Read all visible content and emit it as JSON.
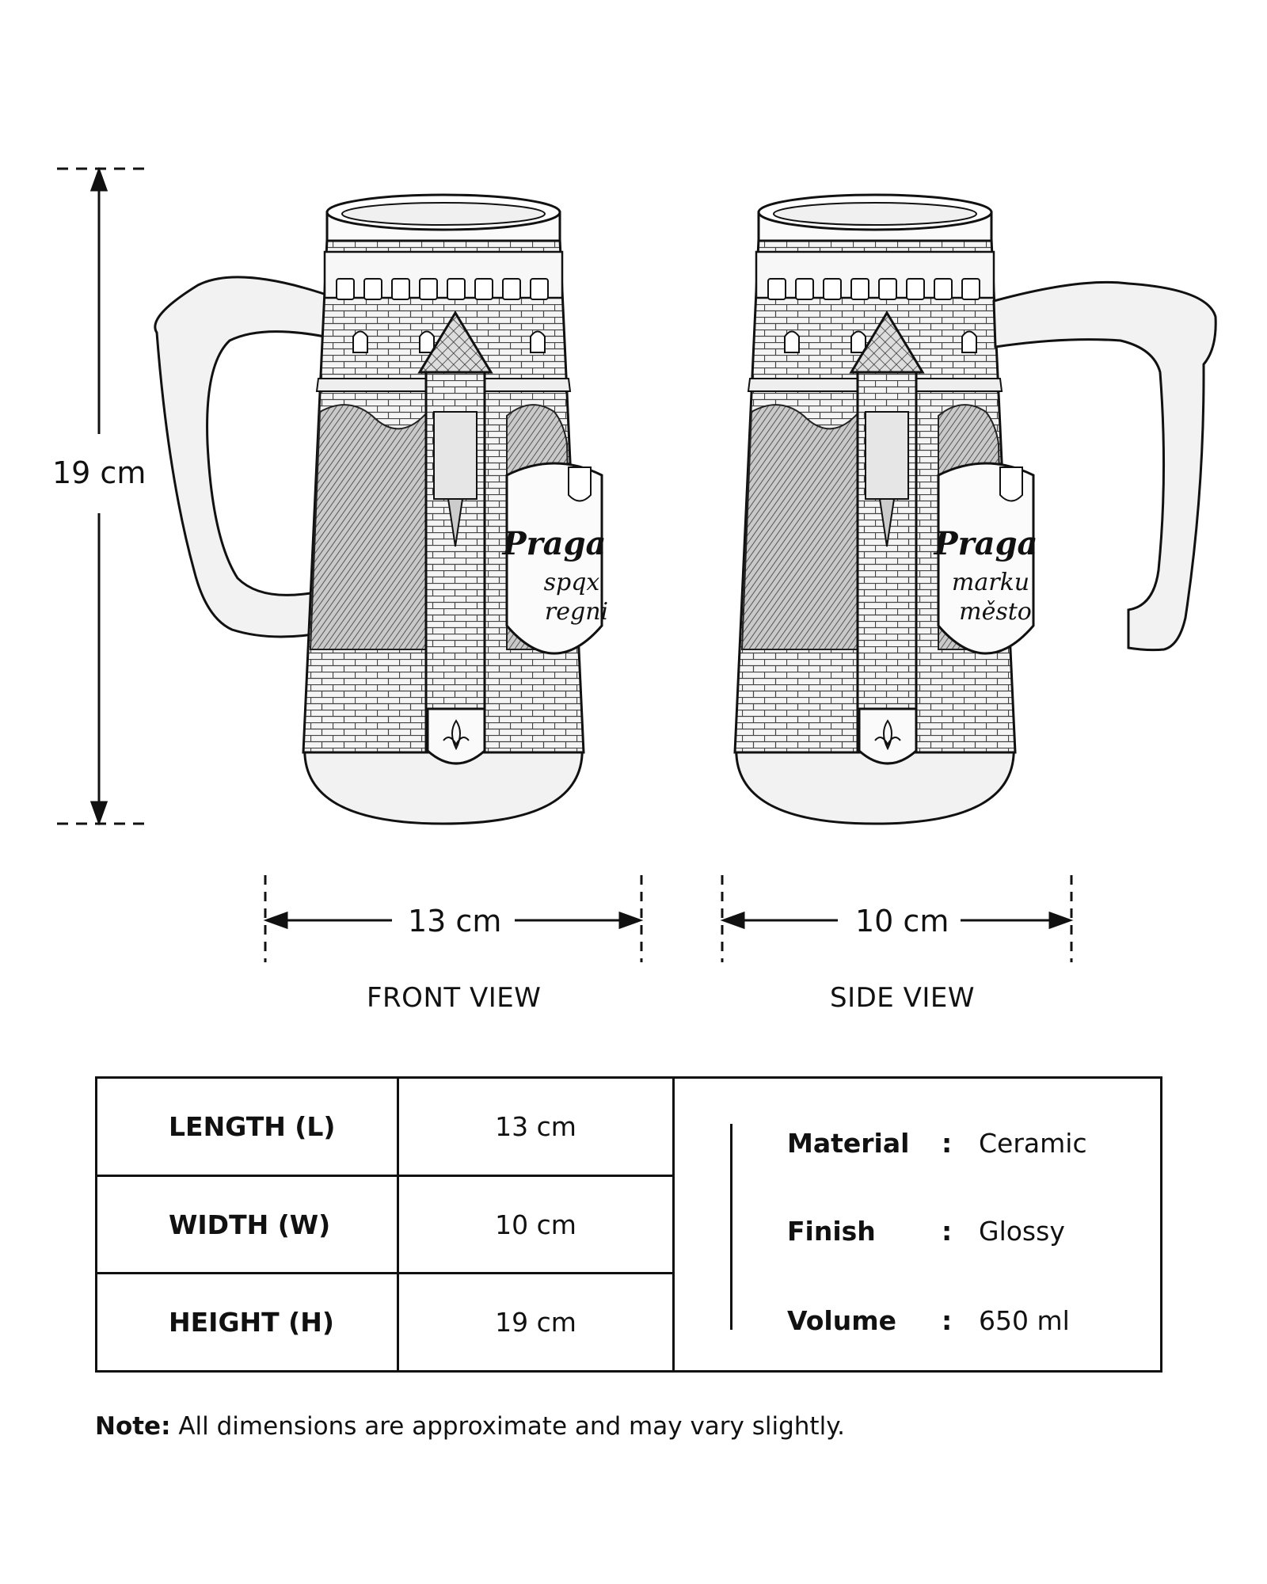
{
  "dimensions_diagram": {
    "height_label": "19 cm",
    "front_width_label": "13 cm",
    "side_width_label": "10 cm",
    "front_view_label": "FRONT VIEW",
    "side_view_label": "SIDE VIEW"
  },
  "front_mug": {
    "crest_text_1": "Praga",
    "crest_text_2": "spqx",
    "crest_text_3": "regni"
  },
  "side_mug": {
    "crest_text_1": "Praga",
    "crest_text_2": "marku",
    "crest_text_3": "město"
  },
  "spec_table": {
    "rows": [
      {
        "label": "LENGTH (L)",
        "value": "13 cm"
      },
      {
        "label": "WIDTH (W)",
        "value": "10 cm"
      },
      {
        "label": "HEIGHT (H)",
        "value": "19 cm"
      }
    ],
    "properties": [
      {
        "name": "Material",
        "colon": ":",
        "value": "Ceramic"
      },
      {
        "name": "Finish",
        "colon": ":",
        "value": "Glossy"
      },
      {
        "name": "Volume",
        "colon": ":",
        "value": "650 ml"
      }
    ]
  },
  "note": {
    "label": "Note:",
    "text": "All dimensions are approximate and may vary slightly."
  }
}
